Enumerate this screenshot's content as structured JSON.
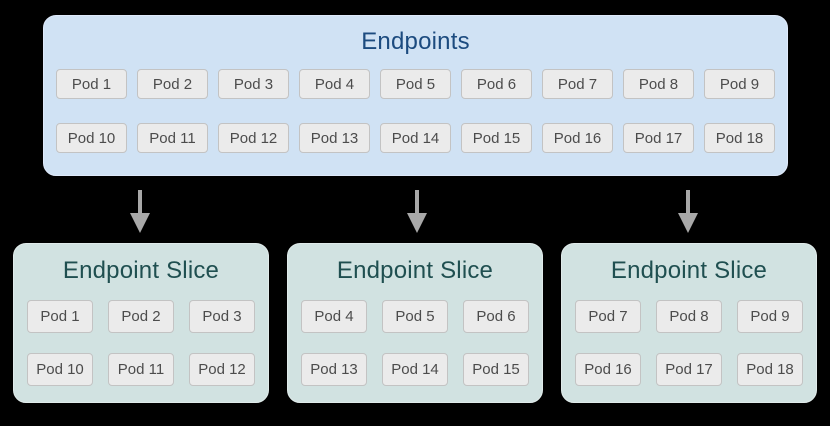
{
  "background_color": "#000000",
  "endpoints": {
    "title": "Endpoints",
    "fill_color": "#d0e2f4",
    "title_color": "#1c4b7f",
    "rows": [
      [
        "Pod 1",
        "Pod 2",
        "Pod 3",
        "Pod 4",
        "Pod 5",
        "Pod 6",
        "Pod 7",
        "Pod 8",
        "Pod 9"
      ],
      [
        "Pod 10",
        "Pod 11",
        "Pod 12",
        "Pod 13",
        "Pod 14",
        "Pod 15",
        "Pod 16",
        "Pod 17",
        "Pod 18"
      ]
    ]
  },
  "arrows": {
    "color": "#a8a8a8",
    "count": 3,
    "direction": "down"
  },
  "slices": [
    {
      "title": "Endpoint Slice",
      "rows": [
        [
          "Pod 1",
          "Pod 2",
          "Pod 3"
        ],
        [
          "Pod 10",
          "Pod 11",
          "Pod 12"
        ]
      ]
    },
    {
      "title": "Endpoint Slice",
      "rows": [
        [
          "Pod 4",
          "Pod 5",
          "Pod 6"
        ],
        [
          "Pod 13",
          "Pod 14",
          "Pod 15"
        ]
      ]
    },
    {
      "title": "Endpoint Slice",
      "rows": [
        [
          "Pod 7",
          "Pod 8",
          "Pod 9"
        ],
        [
          "Pod 16",
          "Pod 17",
          "Pod 18"
        ]
      ]
    }
  ],
  "slice_style": {
    "fill_color": "#d1e2e1",
    "title_color": "#1f4f50"
  },
  "pod_style": {
    "fill_color": "#ebebeb",
    "border_color": "#c3c3c3",
    "text_color": "#4c4c4c"
  }
}
